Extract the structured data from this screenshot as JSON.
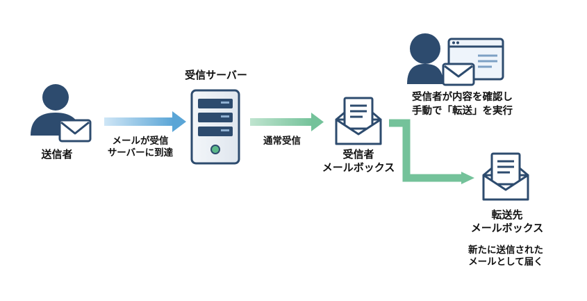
{
  "nodes": {
    "sender": {
      "label": "送信者"
    },
    "server": {
      "label": "受信サーバー"
    },
    "recipient_mailbox": {
      "line1": "受信者",
      "line2": "メールボックス"
    },
    "recipient_user": {
      "line1": "受信者が内容を確認し",
      "line2": "手動で「転送」を実行"
    },
    "forward_mailbox": {
      "line1": "転送先",
      "line2": "メールボックス"
    }
  },
  "edges": {
    "send": {
      "line1": "メールが受信",
      "line2": "サーバーに到達"
    },
    "receive": {
      "label": "通常受信"
    }
  },
  "notes": {
    "forward_result": {
      "line1": "新たに送信された",
      "line2": "メールとして届く"
    }
  },
  "colors": {
    "icon_navy": "#2d4b6e",
    "arrow_blue": "#5aa5d6",
    "arrow_green": "#7cc4a0",
    "server_gray": "#e8edf2",
    "envelope_fill": "#ffffff"
  }
}
